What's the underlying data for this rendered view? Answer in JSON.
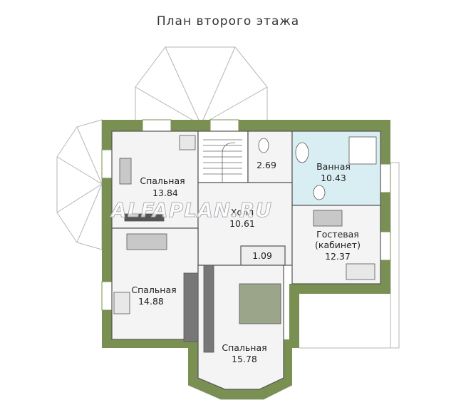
{
  "title": "План второго этажа",
  "watermark": "ALFAPLAN.RU",
  "rooms": [
    {
      "name": "Спальная",
      "area": "13.84"
    },
    {
      "name": "",
      "area": "2.69"
    },
    {
      "name": "Ванная",
      "area": "10.43"
    },
    {
      "name": "Холл",
      "area": "10.61"
    },
    {
      "name": "Гостевая",
      "name2": "(кабинет)",
      "area": "12.37"
    },
    {
      "name": "",
      "area": "1.09"
    },
    {
      "name": "Спальная",
      "area": "14.88"
    },
    {
      "name": "Спальная",
      "area": "15.78"
    }
  ],
  "colors": {
    "wall": "#7a8f52",
    "bath_fill": "#d9eef3",
    "room_fill": "#f4f4f4",
    "roof_line": "#b5b5b5"
  }
}
